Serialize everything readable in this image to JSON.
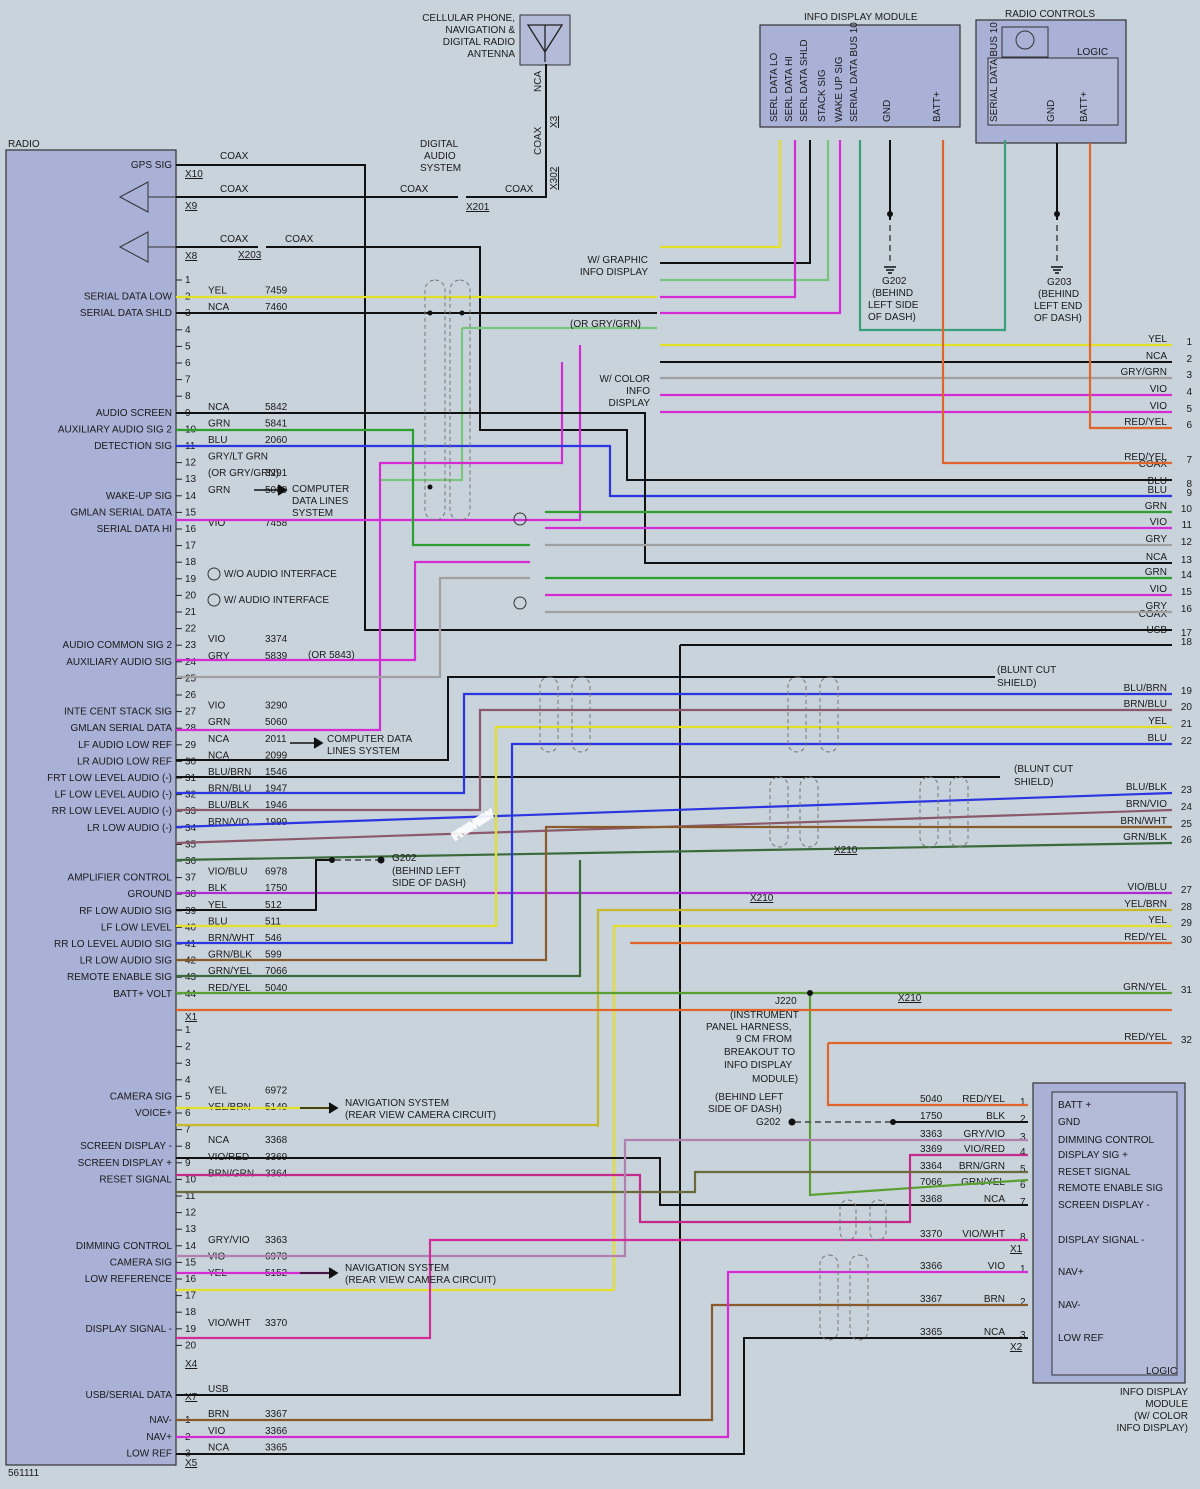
{
  "diagram_id": "561111",
  "watermark": "PREVIEW",
  "modules": {
    "radio": "RADIO",
    "info_display": "INFO DISPLAY MODULE",
    "radio_controls": "RADIO CONTROLS",
    "logic": "LOGIC",
    "info_display_color": [
      "INFO DISPLAY",
      "MODULE",
      "(W/ COLOR",
      "INFO DISPLAY)"
    ],
    "antenna": [
      "CELLULAR PHONE,",
      "NAVIGATION &",
      "DIGITAL RADIO",
      "ANTENNA"
    ],
    "digital_audio": [
      "DIGITAL",
      "AUDIO",
      "SYSTEM"
    ]
  },
  "info_display_pins": [
    "SERL DATA LO",
    "SERL DATA HI",
    "SERL DATA SHLD",
    "STACK SIG",
    "WAKE UP SIG",
    "SERIAL DATA BUS 10",
    "GND",
    "BATT+"
  ],
  "radio_controls_pins": [
    "SERIAL DATA BUS 10",
    "GND",
    "BATT+"
  ],
  "radio_labels_top": [
    {
      "label": "GPS SIG",
      "conn": "X10",
      "wire": "COAX"
    },
    {
      "label": "",
      "conn": "X9",
      "wire": "COAX"
    },
    {
      "label": "",
      "conn": "X8",
      "wire": "COAX"
    }
  ],
  "radio_pins_a": [
    {
      "pin": "1",
      "label": "",
      "color": "",
      "circuit": ""
    },
    {
      "pin": "2",
      "label": "SERIAL DATA LOW",
      "color": "YEL",
      "circuit": "7459"
    },
    {
      "pin": "3",
      "label": "SERIAL DATA SHLD",
      "color": "NCA",
      "circuit": "7460"
    },
    {
      "pin": "4",
      "label": "",
      "color": "",
      "circuit": ""
    },
    {
      "pin": "5",
      "label": "",
      "color": "",
      "circuit": ""
    },
    {
      "pin": "6",
      "label": "",
      "color": "",
      "circuit": ""
    },
    {
      "pin": "7",
      "label": "",
      "color": "",
      "circuit": ""
    },
    {
      "pin": "8",
      "label": "",
      "color": "",
      "circuit": ""
    },
    {
      "pin": "9",
      "label": "AUDIO SCREEN",
      "color": "NCA",
      "circuit": "5842"
    },
    {
      "pin": "10",
      "label": "AUXILIARY AUDIO SIG 2",
      "color": "GRN",
      "circuit": "5841"
    },
    {
      "pin": "11",
      "label": "DETECTION SIG",
      "color": "BLU",
      "circuit": "2060"
    },
    {
      "pin": "12",
      "label": "",
      "color": "GRY/LT GRN",
      "circuit": ""
    },
    {
      "pin": "13",
      "label": "",
      "color": "(OR GRY/GRN)",
      "circuit": "3291"
    },
    {
      "pin": "14",
      "label": "WAKE-UP SIG",
      "color": "GRN",
      "circuit": "5060"
    },
    {
      "pin": "15",
      "label": "GMLAN SERIAL DATA",
      "color": "",
      "circuit": ""
    },
    {
      "pin": "16",
      "label": "SERIAL DATA HI",
      "color": "VIO",
      "circuit": "7458"
    },
    {
      "pin": "17",
      "label": "",
      "color": "",
      "circuit": ""
    },
    {
      "pin": "18",
      "label": "",
      "color": "",
      "circuit": ""
    },
    {
      "pin": "19",
      "label": "",
      "color": "",
      "circuit": ""
    },
    {
      "pin": "20",
      "label": "",
      "color": "",
      "circuit": ""
    },
    {
      "pin": "21",
      "label": "",
      "color": "",
      "circuit": ""
    },
    {
      "pin": "22",
      "label": "",
      "color": "",
      "circuit": ""
    },
    {
      "pin": "23",
      "label": "AUDIO COMMON SIG 2",
      "color": "VIO",
      "circuit": "3374"
    },
    {
      "pin": "24",
      "label": "AUXILIARY AUDIO SIG",
      "color": "GRY",
      "circuit": "5839"
    },
    {
      "pin": "25",
      "label": "",
      "color": "",
      "circuit": ""
    },
    {
      "pin": "26",
      "label": "",
      "color": "",
      "circuit": ""
    },
    {
      "pin": "27",
      "label": "INTE CENT STACK SIG",
      "color": "VIO",
      "circuit": "3290"
    },
    {
      "pin": "28",
      "label": "GMLAN SERIAL DATA",
      "color": "GRN",
      "circuit": "5060"
    },
    {
      "pin": "29",
      "label": "LF AUDIO LOW REF",
      "color": "NCA",
      "circuit": "2011"
    },
    {
      "pin": "30",
      "label": "LR AUDIO LOW REF",
      "color": "NCA",
      "circuit": "2099"
    },
    {
      "pin": "31",
      "label": "FRT LOW LEVEL AUDIO (-)",
      "color": "BLU/BRN",
      "circuit": "1546"
    },
    {
      "pin": "32",
      "label": "LF LOW LEVEL AUDIO (-)",
      "color": "BRN/BLU",
      "circuit": "1947"
    },
    {
      "pin": "33",
      "label": "RR LOW LEVEL AUDIO (-)",
      "color": "BLU/BLK",
      "circuit": "1946"
    },
    {
      "pin": "34",
      "label": "LR LOW AUDIO (-)",
      "color": "BRN/VIO",
      "circuit": "1999"
    },
    {
      "pin": "35",
      "label": "",
      "color": "",
      "circuit": ""
    },
    {
      "pin": "36",
      "label": "",
      "color": "",
      "circuit": ""
    },
    {
      "pin": "37",
      "label": "AMPLIFIER CONTROL",
      "color": "VIO/BLU",
      "circuit": "6978"
    },
    {
      "pin": "38",
      "label": "GROUND",
      "color": "BLK",
      "circuit": "1750"
    },
    {
      "pin": "39",
      "label": "RF LOW AUDIO SIG",
      "color": "YEL",
      "circuit": "512"
    },
    {
      "pin": "40",
      "label": "LF LOW LEVEL",
      "color": "BLU",
      "circuit": "511"
    },
    {
      "pin": "41",
      "label": "RR LO LEVEL AUDIO SIG",
      "color": "BRN/WHT",
      "circuit": "546"
    },
    {
      "pin": "42",
      "label": "LR LOW AUDIO SIG",
      "color": "GRN/BLK",
      "circuit": "599"
    },
    {
      "pin": "43",
      "label": "REMOTE ENABLE SIG",
      "color": "GRN/YEL",
      "circuit": "7066"
    },
    {
      "pin": "44",
      "label": "BATT+ VOLT",
      "color": "RED/YEL",
      "circuit": "5040"
    }
  ],
  "radio_pins_b": [
    {
      "pin": "1",
      "label": "",
      "color": "",
      "circuit": ""
    },
    {
      "pin": "2",
      "label": "",
      "color": "",
      "circuit": ""
    },
    {
      "pin": "3",
      "label": "",
      "color": "",
      "circuit": ""
    },
    {
      "pin": "4",
      "label": "",
      "color": "",
      "circuit": ""
    },
    {
      "pin": "5",
      "label": "CAMERA SIG",
      "color": "YEL",
      "circuit": "6972"
    },
    {
      "pin": "6",
      "label": "VOICE+",
      "color": "YEL/BRN",
      "circuit": "5149"
    },
    {
      "pin": "7",
      "label": "",
      "color": "",
      "circuit": ""
    },
    {
      "pin": "8",
      "label": "SCREEN DISPLAY -",
      "color": "NCA",
      "circuit": "3368"
    },
    {
      "pin": "9",
      "label": "SCREEN DISPLAY +",
      "color": "VIO/RED",
      "circuit": "3369"
    },
    {
      "pin": "10",
      "label": "RESET SIGNAL",
      "color": "BRN/GRN",
      "circuit": "3364"
    },
    {
      "pin": "11",
      "label": "",
      "color": "",
      "circuit": ""
    },
    {
      "pin": "12",
      "label": "",
      "color": "",
      "circuit": ""
    },
    {
      "pin": "13",
      "label": "",
      "color": "",
      "circuit": ""
    },
    {
      "pin": "14",
      "label": "DIMMING CONTROL",
      "color": "GRY/VIO",
      "circuit": "3363"
    },
    {
      "pin": "15",
      "label": "CAMERA SIG",
      "color": "VIO",
      "circuit": "6973"
    },
    {
      "pin": "16",
      "label": "LOW REFERENCE",
      "color": "YEL",
      "circuit": "5152"
    },
    {
      "pin": "17",
      "label": "",
      "color": "",
      "circuit": ""
    },
    {
      "pin": "18",
      "label": "",
      "color": "",
      "circuit": ""
    },
    {
      "pin": "19",
      "label": "DISPLAY SIGNAL -",
      "color": "VIO/WHT",
      "circuit": "3370"
    },
    {
      "pin": "20",
      "label": "",
      "color": "",
      "circuit": ""
    }
  ],
  "radio_pins_c": [
    {
      "pin": "",
      "label": "USB/SERIAL DATA",
      "color": "USB",
      "circuit": ""
    }
  ],
  "radio_pins_d": [
    {
      "pin": "1",
      "label": "NAV-",
      "color": "BRN",
      "circuit": "3367"
    },
    {
      "pin": "2",
      "label": "NAV+",
      "color": "VIO",
      "circuit": "3366"
    },
    {
      "pin": "3",
      "label": "LOW REF",
      "color": "NCA",
      "circuit": "3365"
    }
  ],
  "connectors": {
    "x1": "X1",
    "x4": "X4",
    "x7": "X7",
    "x5": "X5",
    "x2": "X2",
    "x201": "X201",
    "x203": "X203",
    "x302": "X302",
    "x3": "X3",
    "x210": "X210"
  },
  "right_pins": [
    {
      "n": "1",
      "c": "YEL"
    },
    {
      "n": "2",
      "c": "NCA"
    },
    {
      "n": "3",
      "c": "GRY/GRN"
    },
    {
      "n": "4",
      "c": "VIO"
    },
    {
      "n": "5",
      "c": "VIO"
    },
    {
      "n": "6",
      "c": "RED/YEL"
    },
    {
      "n": "7",
      "c": "RED/YEL"
    },
    {
      "n": "",
      "c": "COAX"
    },
    {
      "n": "8",
      "c": "BLU"
    },
    {
      "n": "9",
      "c": "BLU"
    },
    {
      "n": "10",
      "c": "GRN"
    },
    {
      "n": "11",
      "c": "VIO"
    },
    {
      "n": "12",
      "c": "GRY"
    },
    {
      "n": "13",
      "c": "NCA"
    },
    {
      "n": "14",
      "c": "GRN"
    },
    {
      "n": "15",
      "c": "VIO"
    },
    {
      "n": "16",
      "c": "GRY"
    },
    {
      "n": "",
      "c": "COAX"
    },
    {
      "n": "17",
      "c": "USB"
    },
    {
      "n": "18",
      "c": ""
    },
    {
      "n": "19",
      "c": "BLU/BRN"
    },
    {
      "n": "20",
      "c": "BRN/BLU"
    },
    {
      "n": "21",
      "c": "YEL"
    },
    {
      "n": "22",
      "c": "BLU"
    },
    {
      "n": "23",
      "c": "BLU/BLK"
    },
    {
      "n": "24",
      "c": "BRN/VIO"
    },
    {
      "n": "25",
      "c": "BRN/WHT"
    },
    {
      "n": "26",
      "c": "GRN/BLK"
    },
    {
      "n": "27",
      "c": "VIO/BLU"
    },
    {
      "n": "28",
      "c": "YEL/BRN"
    },
    {
      "n": "29",
      "c": "YEL"
    },
    {
      "n": "30",
      "c": "RED/YEL"
    },
    {
      "n": "31",
      "c": "GRN/YEL"
    },
    {
      "n": "32",
      "c": "RED/YEL"
    }
  ],
  "info_right_pins": [
    {
      "circuit": "5040",
      "color": "RED/YEL",
      "n": "1",
      "label": "BATT +"
    },
    {
      "circuit": "1750",
      "color": "BLK",
      "n": "2",
      "label": "GND"
    },
    {
      "circuit": "3363",
      "color": "GRY/VIO",
      "n": "3",
      "label": "DIMMING CONTROL"
    },
    {
      "circuit": "3369",
      "color": "VIO/RED",
      "n": "4",
      "label": "DISPLAY SIG +"
    },
    {
      "circuit": "3364",
      "color": "BRN/GRN",
      "n": "5",
      "label": "RESET SIGNAL"
    },
    {
      "circuit": "7066",
      "color": "GRN/YEL",
      "n": "6",
      "label": "REMOTE ENABLE SIG"
    },
    {
      "circuit": "3368",
      "color": "NCA",
      "n": "7",
      "label": "SCREEN DISPLAY -"
    },
    {
      "circuit": "3370",
      "color": "VIO/WHT",
      "n": "8",
      "label": "DISPLAY SIGNAL -"
    },
    {
      "circuit": "3366",
      "color": "VIO",
      "n": "1",
      "label": "NAV+"
    },
    {
      "circuit": "3367",
      "color": "BRN",
      "n": "2",
      "label": "NAV-"
    },
    {
      "circuit": "3365",
      "color": "NCA",
      "n": "3",
      "label": "LOW REF"
    }
  ],
  "notes": {
    "w_graphic": [
      "W/ GRAPHIC",
      "INFO DISPLAY"
    ],
    "w_color": [
      "W/ COLOR",
      "INFO",
      "DISPLAY"
    ],
    "wo_audio": "W/O AUDIO INTERFACE",
    "w_audio": "W/ AUDIO INTERFACE",
    "computer_data": [
      "COMPUTER",
      "DATA LINES",
      "SYSTEM"
    ],
    "computer_data2": [
      "COMPUTER DATA",
      "LINES SYSTEM"
    ],
    "nav_system": [
      "NAVIGATION SYSTEM",
      "(REAR VIEW CAMERA CIRCUIT)"
    ],
    "g202": [
      "G202",
      "(BEHIND LEFT",
      "SIDE OF DASH)"
    ],
    "g202_top": [
      "G202",
      "(BEHIND",
      "LEFT SIDE",
      "OF DASH)"
    ],
    "g203": [
      "G203",
      "(BEHIND",
      "LEFT END",
      "OF DASH)"
    ],
    "g202_bottom": [
      "(BEHIND LEFT",
      "SIDE OF DASH)",
      "G202"
    ],
    "j220": [
      "J220",
      "(INSTRUMENT",
      "PANEL HARNESS,",
      "9 CM FROM",
      "BREAKOUT TO",
      "INFO DISPLAY",
      "MODULE)"
    ],
    "blunt": [
      "(BLUNT CUT",
      "SHIELD)"
    ],
    "or5843": "(OR 5843)",
    "or_grygrn": "(OR GRY/GRN)"
  },
  "colors": {
    "yel": "#e4e02a",
    "vio": "#d42bd4",
    "grn": "#2e9e2e",
    "blu": "#2b35e0",
    "red": "#e0652a",
    "gry": "#a0a0a0",
    "brn": "#8a5a2a",
    "ltgrn": "#7bc47b",
    "bg": "#c9d3dc",
    "box": "#a9b1d6"
  }
}
